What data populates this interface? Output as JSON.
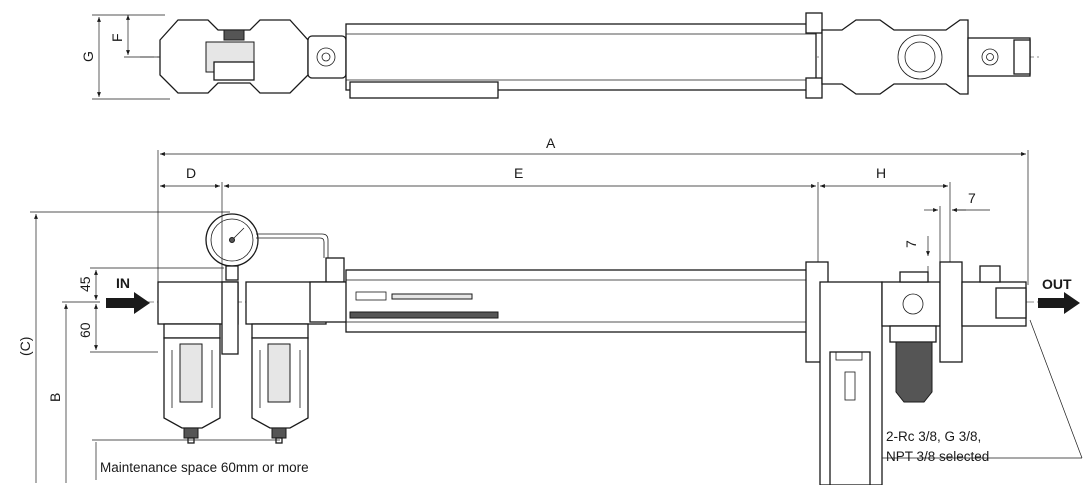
{
  "dimensions": {
    "A": "A",
    "B": "B",
    "C": "(C)",
    "D": "D",
    "E": "E",
    "F": "F",
    "G": "G",
    "H": "H",
    "v45": "45",
    "v60": "60",
    "v7a": "7",
    "v7b": "7"
  },
  "ports": {
    "in": "IN",
    "out": "OUT"
  },
  "notes": {
    "maintenance": "Maintenance space 60mm or more",
    "port_line1": "2-Rc 3/8, G 3/8,",
    "port_line2": "NPT 3/8 selected"
  }
}
